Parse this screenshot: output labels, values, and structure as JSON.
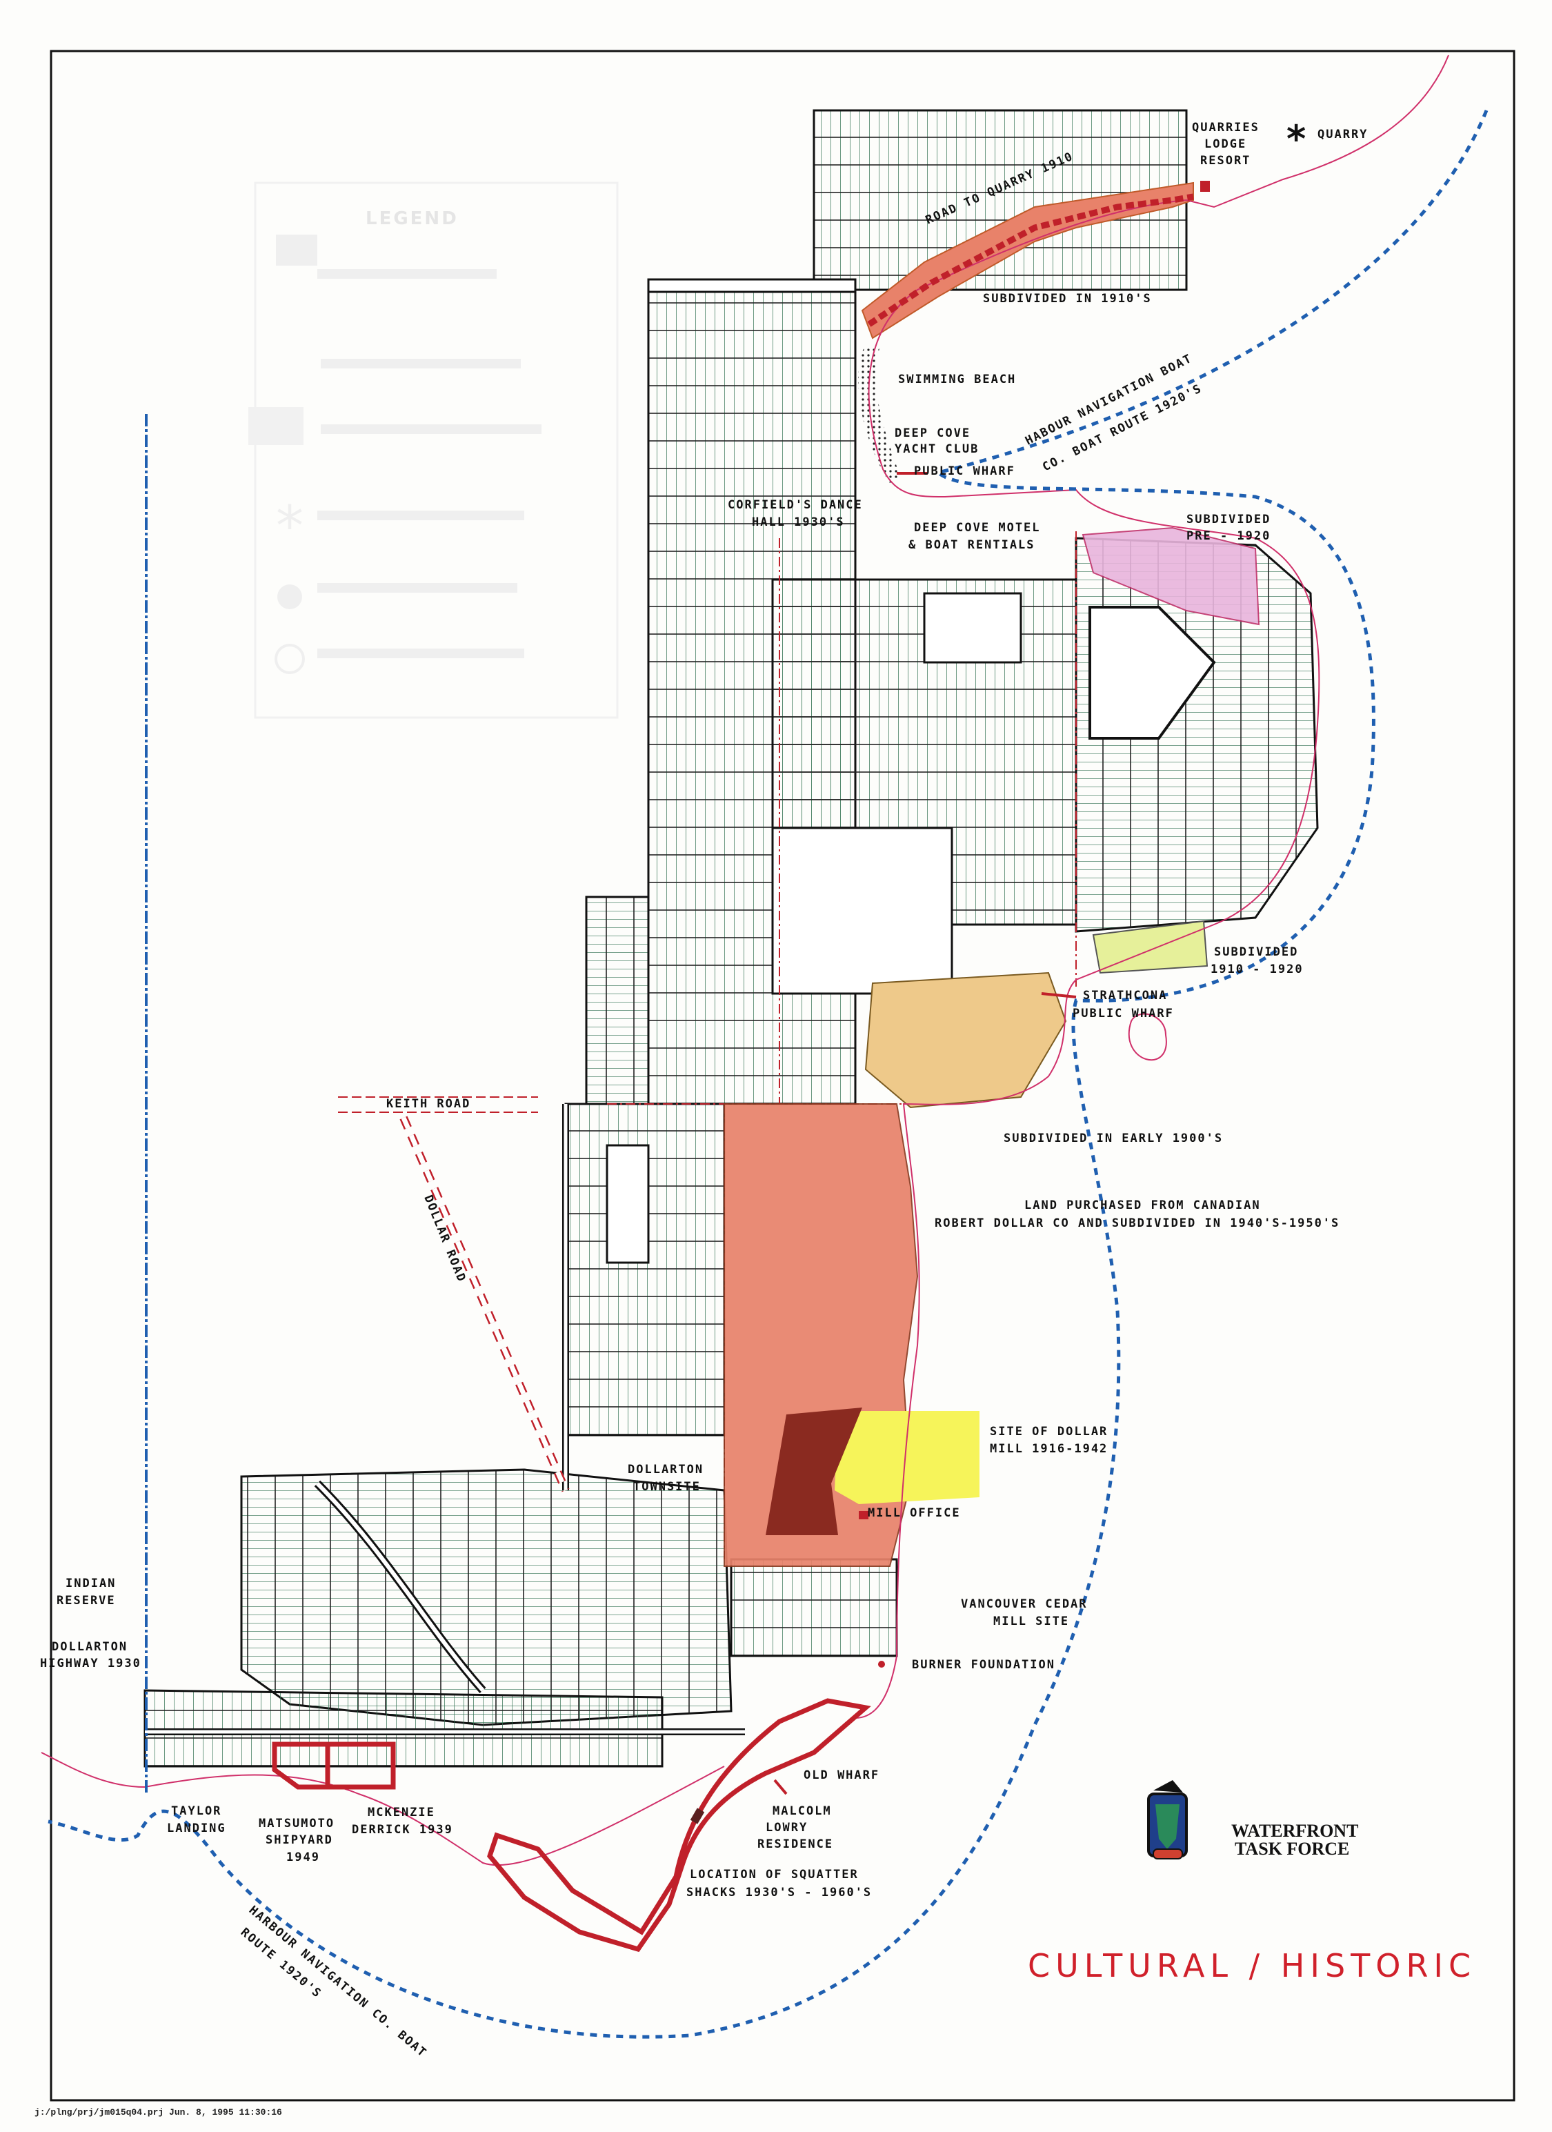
{
  "title": "CULTURAL / HISTORIC",
  "organization": {
    "line1": "WATERFRONT",
    "line2": "TASK FORCE",
    "logo": "coat-of-arms"
  },
  "footer": "j:/plng/prj/jm015q04.prj  Jun.  8, 1995  11:30:16",
  "legend": {
    "heading": "LEGEND"
  },
  "labels": {
    "quarries_lodge": [
      "QUARRIES",
      "LODGE",
      "RESORT"
    ],
    "quarry": "QUARRY",
    "road_to_quarry": "ROAD  TO QUARRY 1910",
    "subdivided_1910s": "SUBDIVIDED IN 1910'S",
    "swimming_beach": "SWIMMING BEACH",
    "yacht_club": [
      "DEEP COVE",
      "YACHT CLUB"
    ],
    "public_wharf": "PUBLIC WHARF",
    "boat_route_north": [
      "HABOUR NAVIGATION BOAT",
      "CO. BOAT ROUTE 1920'S"
    ],
    "dance_hall": [
      "CORFIELD'S DANCE",
      "HALL 1930'S"
    ],
    "motel": [
      "DEEP COVE MOTEL",
      "& BOAT RENTIALS"
    ],
    "subdivided_pre1920": [
      "SUBDIVIDED",
      "PRE - 1920"
    ],
    "subdivided_1910_1920": [
      "SUBDIVIDED",
      "1910 - 1920"
    ],
    "strathcona": [
      "STRATHCONA",
      "PUBLIC WHARF"
    ],
    "subdivided_early1900s": "SUBDIVIDED IN EARLY 1900'S",
    "land_purchased": [
      "LAND PURCHASED FROM CANADIAN",
      "ROBERT DOLLAR CO AND SUBDIVIDED IN 1940'S-1950'S"
    ],
    "keith_road": "KEITH ROAD",
    "dollar_road": "DOLLAR ROAD",
    "dollar_mill": [
      "SITE OF DOLLAR",
      "MILL 1916-1942"
    ],
    "townsite": [
      "DOLLARTON",
      "TOWNSITE"
    ],
    "mill_office": "MILL OFFICE",
    "cedar_mill": [
      "VANCOUVER CEDAR",
      "MILL SITE"
    ],
    "burner": "BURNER FOUNDATION",
    "indian_reserve": [
      "INDIAN",
      "RESERVE"
    ],
    "highway": [
      "DOLLARTON",
      "HIGHWAY 1930"
    ],
    "old_wharf": "OLD WHARF",
    "taylor_landing": [
      "TAYLOR",
      "LANDING"
    ],
    "matsumoto": [
      "MATSUMOTO",
      "SHIPYARD",
      "1949"
    ],
    "mckenzie": [
      "MCKENZIE",
      "DERRICK 1939"
    ],
    "lowry": [
      "MALCOLM",
      "LOWRY",
      "RESIDENCE"
    ],
    "squatter": [
      "LOCATION OF SQUATTER",
      "SHACKS 1930'S - 1960'S"
    ],
    "boat_route_south": [
      "HARBOUR NAVIGATION CO. BOAT",
      "ROUTE 1920'S"
    ]
  },
  "colors": {
    "shoreline": "#d0306a",
    "heritage_red": "#c0202a",
    "boat_route": "#1f5fb0",
    "orange_zone": "#e8826a",
    "pink_zone": "#e8b4dc",
    "yellow_zone": "#f6f45a",
    "tan_zone": "#eec98a",
    "lime_zone": "#e6f09a",
    "townsite": "#8a2a20",
    "lots": "#2f6f4f"
  }
}
